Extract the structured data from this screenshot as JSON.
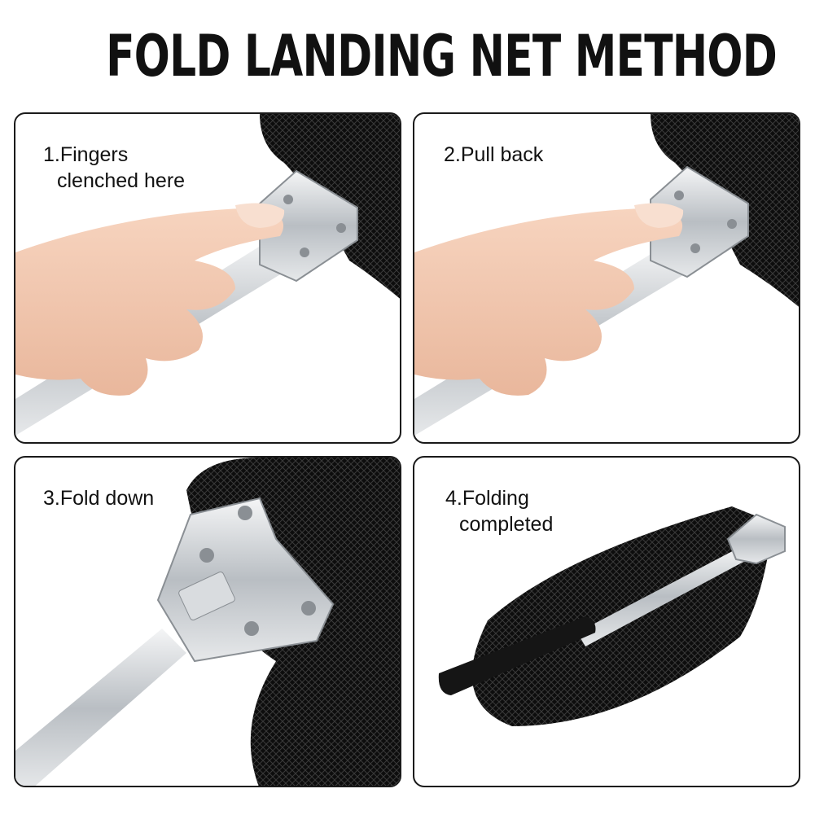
{
  "title": "FOLD LANDING NET METHOD",
  "steps": [
    {
      "line1": "1.Fingers",
      "line2": "clenched here"
    },
    {
      "line1": "2.Pull back",
      "line2": ""
    },
    {
      "line1": "3.Fold down",
      "line2": ""
    },
    {
      "line1": "4.Folding",
      "line2": "completed"
    }
  ],
  "colors": {
    "net": "#111111",
    "metal": "#c8ccd0",
    "skin": "#f2c7ad",
    "border": "#1a1a1a",
    "text": "#111111"
  }
}
